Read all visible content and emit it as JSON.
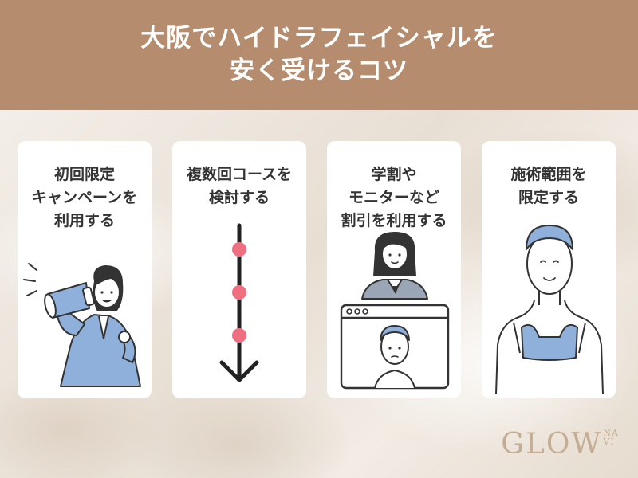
{
  "header": {
    "line1": "大阪でハイドラフェイシャルを",
    "line2": "安く受けるコツ"
  },
  "cards": [
    {
      "lines": [
        "初回限定",
        "キャンペーンを",
        "利用する"
      ]
    },
    {
      "lines": [
        "複数回コースを",
        "検討する"
      ]
    },
    {
      "lines": [
        "学割や",
        "モニターなど",
        "割引を利用する"
      ]
    },
    {
      "lines": [
        "施術範囲を",
        "限定する"
      ]
    }
  ],
  "logo": {
    "main": "GLOW",
    "sup_top": "NA",
    "sup_bottom": "VI"
  },
  "colors": {
    "header_bg": "#b58d6e",
    "accent_pink": "#ee6f7f",
    "accent_blue": "#8fb0da",
    "logo": "#c5ad93"
  },
  "icons": [
    "megaphone-woman-illustration",
    "timeline-arrow-icon",
    "online-consultation-illustration",
    "headband-woman-illustration"
  ]
}
